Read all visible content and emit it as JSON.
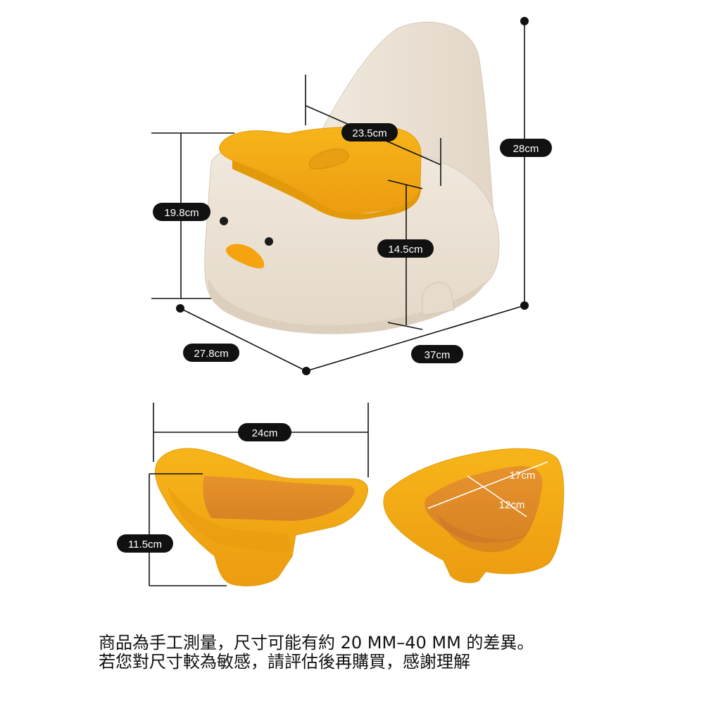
{
  "colors": {
    "body": "#ece3d6",
    "body_shade": "#e0d3c2",
    "accent": "#f5b212",
    "accent_dark": "#e39a0a",
    "basin_inner": "#e89b2c",
    "line": "#111111",
    "badge_bg": "#111111",
    "badge_text": "#ffffff"
  },
  "labels": {
    "seat_depth": "23.5cm",
    "total_height": "28cm",
    "body_height": "19.8cm",
    "seat_height": "14.5cm",
    "base_depth": "27.8cm",
    "base_width": "37cm",
    "basin_width": "24cm",
    "basin_height": "11.5cm",
    "basin_inner_length": "17cm",
    "basin_inner_width": "12cm"
  },
  "notes": {
    "line1": "商品為手工測量，尺寸可能有約 20 MM–40 MM 的差異。",
    "line2": "若您對尺寸較為敏感，請評估後再購買，感謝理解"
  }
}
